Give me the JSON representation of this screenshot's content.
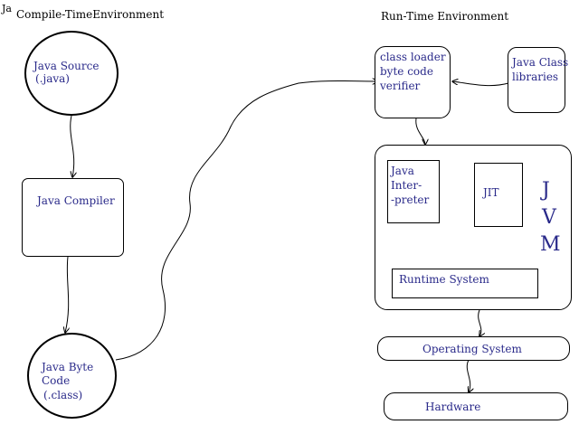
{
  "header": {
    "corner": "Ja",
    "compile_time": "Compile-TimeEnvironment",
    "run_time": "Run-Time Environment"
  },
  "compile": {
    "java_source": [
      "Java Source",
      "(.java)"
    ],
    "java_compiler": "Java Compiler",
    "java_byte_code": [
      "Java Byte",
      "Code",
      "(.class)"
    ]
  },
  "runtime": {
    "class_loader": [
      "class loader",
      "byte code",
      "verifier"
    ],
    "class_libraries": [
      "Java Class",
      "libraries"
    ],
    "interpreter": [
      "Java",
      "Inter-",
      "-preter"
    ],
    "jit": "JIT",
    "jvm": [
      "J",
      "V",
      "M"
    ],
    "runtime_system": "Runtime System",
    "operating_system": "Operating System",
    "hardware": "Hardware"
  },
  "colors": {
    "text": "#2a2a8a",
    "stroke": "#000000"
  }
}
